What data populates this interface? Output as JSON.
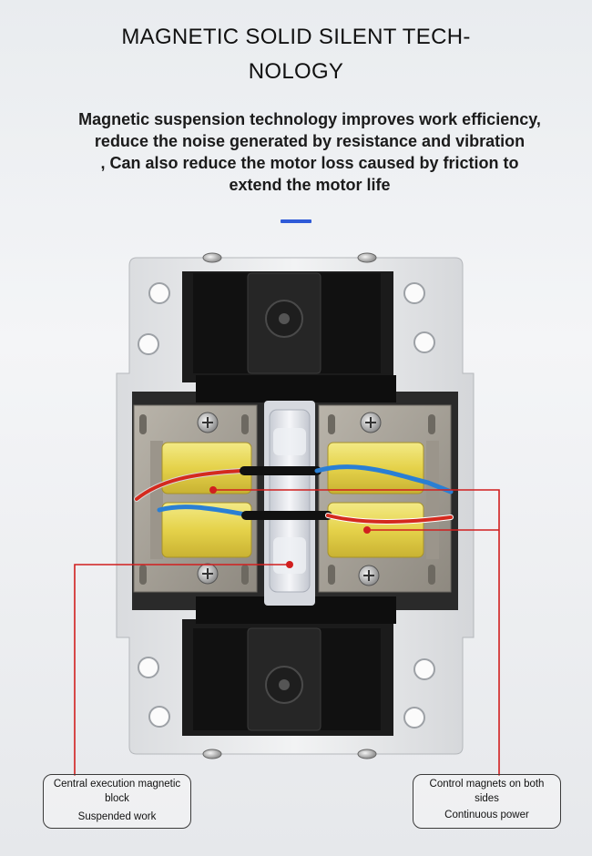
{
  "header": {
    "title_line1": "MAGNETIC SOLID SILENT TECH-",
    "title_line2": "NOLOGY",
    "description_lines": [
      "Magnetic suspension technology improves work efficiency,",
      "reduce the noise generated by resistance and vibration",
      ", Can also reduce the motor loss caused by friction to",
      "extend the motor life"
    ]
  },
  "accent_color": "#2f5bd8",
  "callouts": {
    "left": {
      "line1": "Central execution magnetic",
      "line2": "block",
      "line3": "Suspended work"
    },
    "right": {
      "line1": "Control magnets on both",
      "line2": "sides",
      "line3": "Continuous power"
    }
  }
}
